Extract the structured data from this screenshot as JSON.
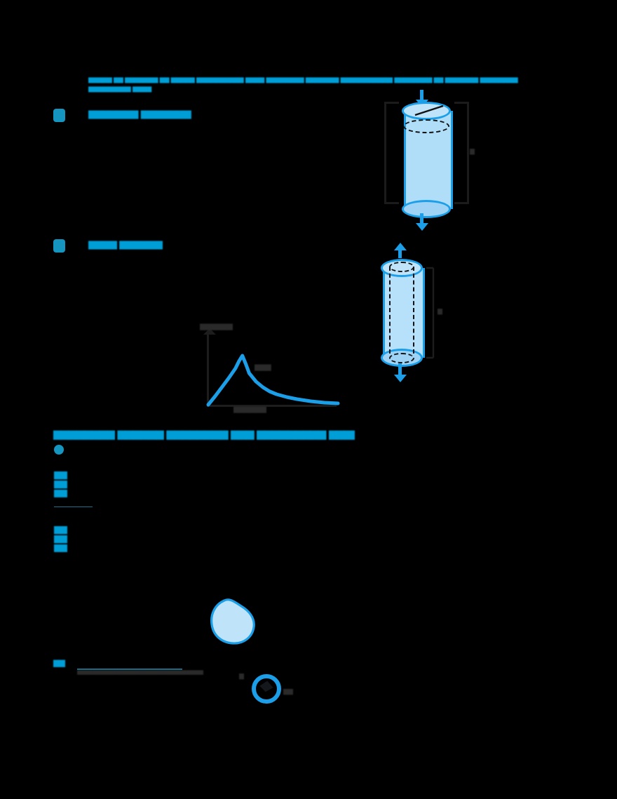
{
  "page": {
    "background": "#000000",
    "accent_blue": "#1596c0",
    "figure_stroke": "#1b9fe8",
    "figure_fill": "#b0ddf8",
    "text_state": "obscured"
  },
  "intro": {
    "lead_line1": "▆▆▆▆▆ ▆▆ ▆▆▆▆▆▆▆ ▆▆ ▆▆▆▆▆ ▆▆▆▆▆▆▆▆▆▆ ▆▆▆▆ ▆▆▆▆▆▆▆▆ ▆▆▆▆▆▆▆ ▆▆▆▆▆▆▆▆▆▆▆ ▆▆▆▆▆▆▆▆ ▆▆ ▆▆▆▆▆▆▆ ▆▆▆▆▆▆▆▆",
    "lead_line2": "▆▆▆▆▆▆▆▆▆ ▆▆▆▆"
  },
  "sections": [
    {
      "id": "section-1",
      "marker": "●",
      "heading": "▆▆▆▆▆▆▆ ▆▆▆▆▆▆▆",
      "figure": "cylinder-axial-load"
    },
    {
      "id": "section-2",
      "marker": "●",
      "heading": "▆▆▆▆ ▆▆▆▆▆▆",
      "figure": "cylinder-hollow-dashed"
    }
  ],
  "subheading": {
    "text": "▆▆▆▆▆▆▆▆ ▆▆▆▆▆▆ ▆▆▆▆▆▆▆▆ ▆▆▆ ▆▆▆▆▆▆▆▆▆ ▆▆▆▆▆▆▆"
  },
  "margin_labels": [
    {
      "id": "margin-label-1",
      "text": "▆▆"
    },
    {
      "id": "margin-label-2",
      "text": "▆▆\n▆▆\n▆▆"
    },
    {
      "id": "margin-label-3",
      "text": "▆▆\n▆▆\n▆▆"
    }
  ],
  "footnote": {
    "marker": "▆▆",
    "text": "▆▆▆▆▆▆▆▆▆▆▆▆▆▆▆▆▆▆▆▆▆▆▆▆▆▆▆▆▆▆▆▆▆"
  },
  "figures": {
    "cylinder_top": {
      "name": "cylinder-under-axial-compression",
      "top_arrow": "down-arrow",
      "bottom_arrow": "down-arrow",
      "bracket": "height-bracket",
      "dimension_label": "▆"
    },
    "cylinder_mid": {
      "name": "hollow-cylinder-specimen",
      "top_arrow": "up-arrow",
      "bottom_arrow": "down-arrow",
      "inner_outline": "dashed",
      "dimension_label": "▆"
    },
    "blob": {
      "name": "irregular-particle-outline"
    },
    "ring": {
      "name": "circular-section-outline"
    }
  },
  "chart_data": {
    "type": "line",
    "title": "",
    "xlabel": "▆▆▆▆▆▆",
    "ylabel": "▆▆▆▆▆▆",
    "annotation": "▆▆▆",
    "x": [
      0,
      10,
      20,
      30,
      40,
      45,
      50,
      55,
      60,
      70,
      80,
      90,
      100,
      115,
      130,
      150,
      170,
      190
    ],
    "y": [
      0,
      12,
      25,
      38,
      52,
      62,
      70,
      58,
      45,
      33,
      25,
      19,
      15,
      11,
      8,
      5,
      3,
      2
    ],
    "xlim": [
      0,
      190
    ],
    "ylim": [
      0,
      100
    ],
    "grid": false,
    "series_color": "#1b9fe8",
    "legend": []
  }
}
